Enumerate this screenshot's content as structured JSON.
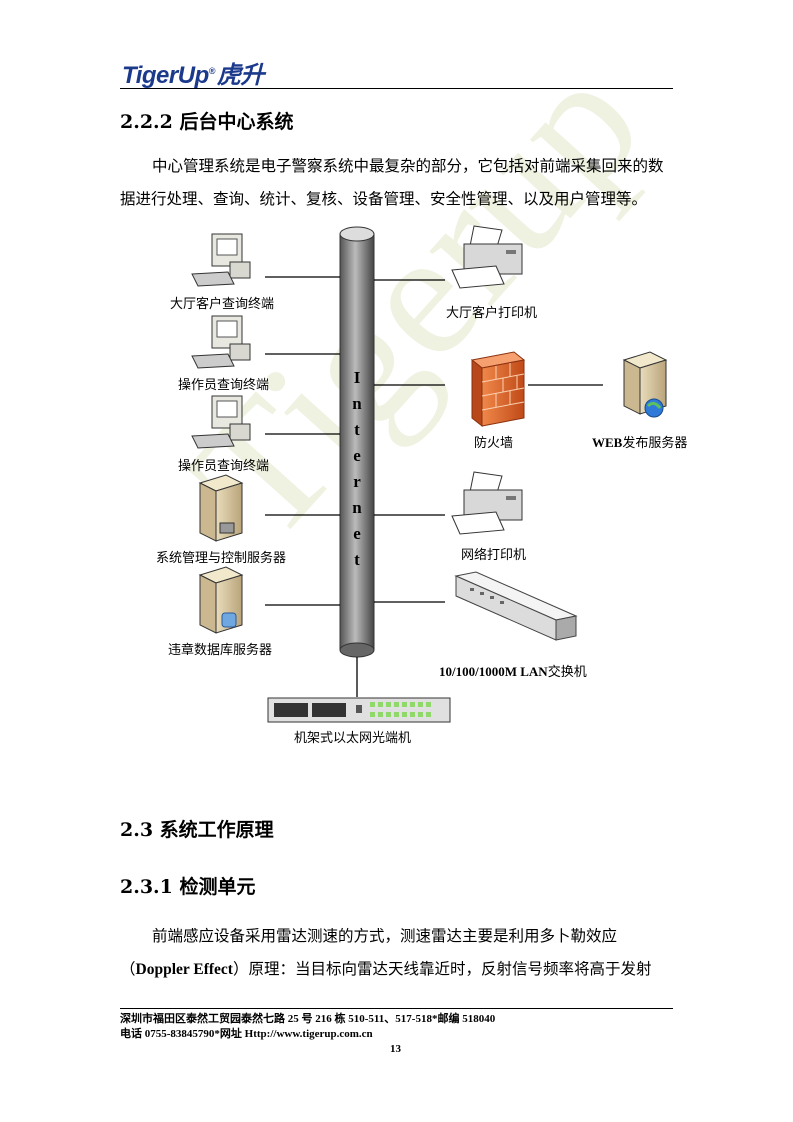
{
  "header": {
    "logo_text": "TigerUp",
    "logo_cn": "虎升",
    "logo_mark": "®"
  },
  "section_222": {
    "heading": "2.2.2 后台中心系统",
    "para_line1": "中心管理系统是电子警察系统中最复杂的部分，它包括对前端采集回来的数",
    "para_line2": "据进行处理、查询、统计、复核、设备管理、安全性管理、以及用户管理等。"
  },
  "diagram": {
    "backbone_letters": [
      "I",
      "n",
      "t",
      "e",
      "r",
      "n",
      "e",
      "t"
    ],
    "left_nodes": {
      "hall_terminal": "大厅客户查询终端",
      "operator1": "操作员查询终端",
      "operator2": "操作员查询终端",
      "sys_server": "系统管理与控制服务器",
      "db_server": "违章数据库服务器"
    },
    "right_nodes": {
      "hall_printer": "大厅客户打印机",
      "firewall": "防火墙",
      "web_server_bold": "WEB",
      "web_server_rest": "发布服务器",
      "net_printer": "网络打印机",
      "switch_bold": "10/100/1000M LAN",
      "switch_rest": "交换机"
    },
    "bottom_node": "机架式以太网光端机"
  },
  "section_23": {
    "heading": "2.3 系统工作原理"
  },
  "section_231": {
    "heading": "2.3.1 检测单元",
    "para_line1": "前端感应设备采用雷达测速的方式，测速雷达主要是利用多卜勒效应",
    "para_line2_open": "（",
    "para_line2_bold": "Doppler Effect",
    "para_line2_rest": "）原理：当目标向雷达天线靠近时，反射信号频率将高于发射"
  },
  "footer": {
    "line1": "深圳市福田区泰然工贸园泰然七路 25 号 216 栋 510-511、517-518*邮编 518040",
    "line2": "电话 0755-83845790*网址 Http://www.tigerup.com.cn",
    "page_number": "13"
  },
  "watermark": {
    "text": "Tigerup"
  }
}
